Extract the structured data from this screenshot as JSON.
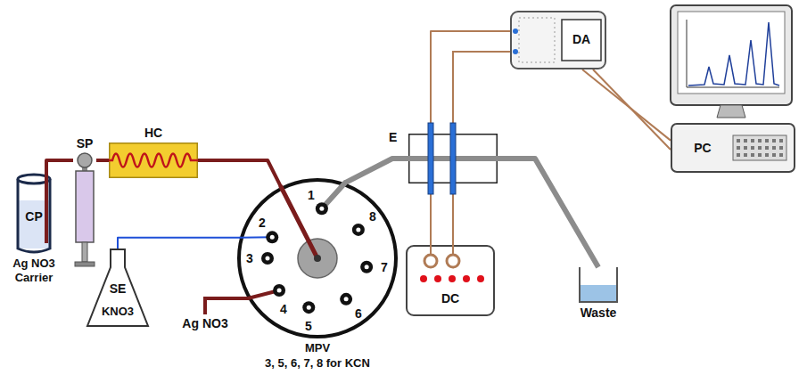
{
  "diagram": {
    "nodes": [
      {
        "text": [
          "CP",
          "Ag NO3 Carrier"
        ]
      },
      {
        "text": [
          "SP"
        ]
      },
      {
        "text": [
          "HC"
        ]
      },
      {
        "text": [
          "MPV",
          "3, 5, 6, 7, 8 for KCN"
        ]
      },
      {
        "text": [
          "SE",
          "KNO3"
        ]
      },
      {
        "text": [
          "E"
        ]
      },
      {
        "text": [
          "DC"
        ]
      },
      {
        "text": [
          "DA"
        ]
      },
      {
        "text": [
          "PC"
        ]
      },
      {
        "text": [
          "Waste"
        ]
      }
    ],
    "edges": [
      {
        "from": 0,
        "to": 1,
        "arrow": "none"
      },
      {
        "from": 1,
        "to": 2,
        "arrow": "none"
      },
      {
        "from": 2,
        "to": 3,
        "arrow": "none"
      },
      {
        "from": 3,
        "to": 4,
        "arrow": "none"
      },
      {
        "from": 3,
        "to": 5,
        "arrow": "none"
      },
      {
        "from": 5,
        "to": 9,
        "arrow": "none"
      },
      {
        "from": 5,
        "to": 7,
        "arrow": "none"
      },
      {
        "from": 5,
        "to": 6,
        "arrow": "none"
      },
      {
        "from": 7,
        "to": 8,
        "arrow": "none"
      }
    ],
    "labels": [
      "1",
      "2",
      "3",
      "4",
      "5",
      "6",
      "7",
      "8",
      "Ag NO3"
    ]
  }
}
